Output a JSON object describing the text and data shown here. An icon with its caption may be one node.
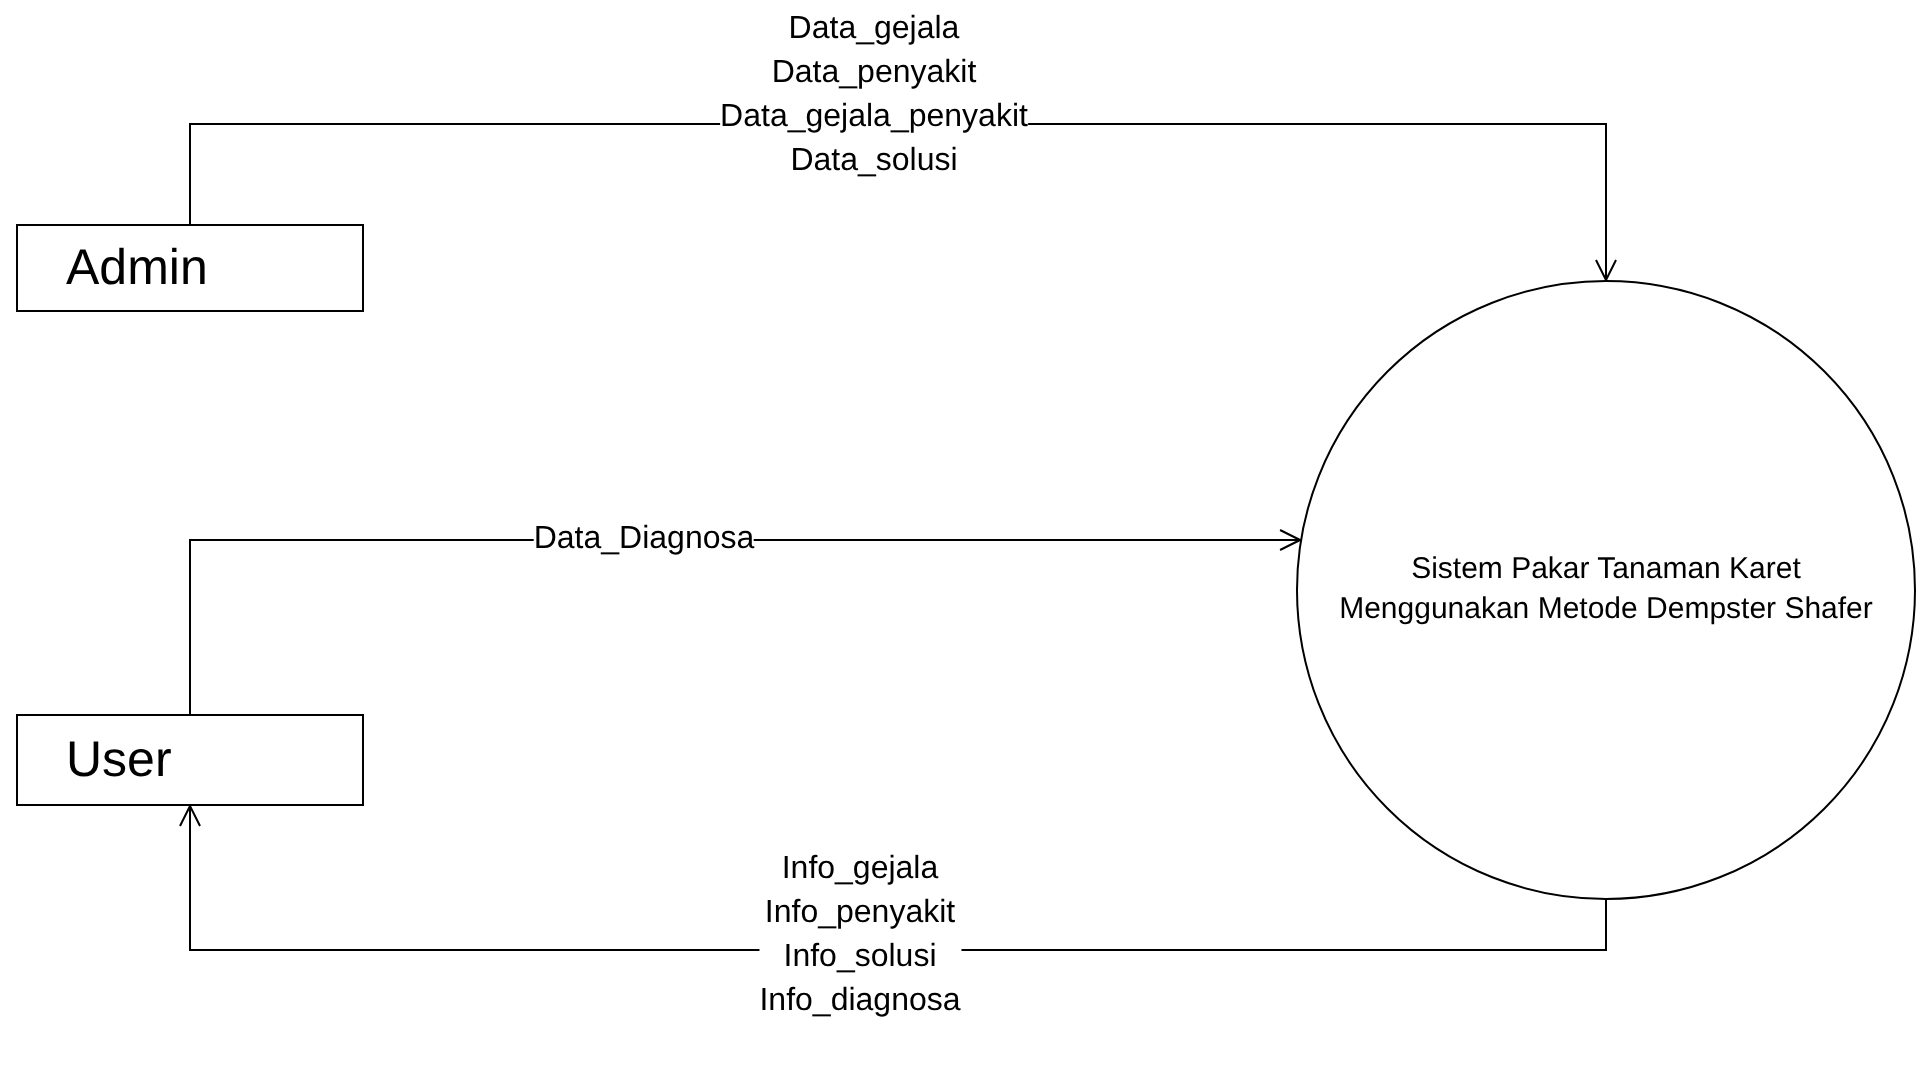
{
  "diagram": {
    "nodes": [
      {
        "text": [
          "Admin"
        ]
      },
      {
        "text": [
          "User"
        ]
      },
      {
        "text": [
          "Sistem Pakar Tanaman Karet Menggunakan Metode Dempster Shafer"
        ]
      }
    ],
    "edges": [
      {
        "from": 0,
        "to": 2,
        "arrow": "to",
        "label": "Data_gejala Data_penyakit Data_gejala_penyakit Data_solusi"
      },
      {
        "from": 1,
        "to": 2,
        "arrow": "to",
        "label": "Data_Diagnosa"
      },
      {
        "from": 2,
        "to": 1,
        "arrow": "to",
        "label": "Info_gejala Info_penyakit Info_solusi Info_diagnosa"
      }
    ]
  }
}
